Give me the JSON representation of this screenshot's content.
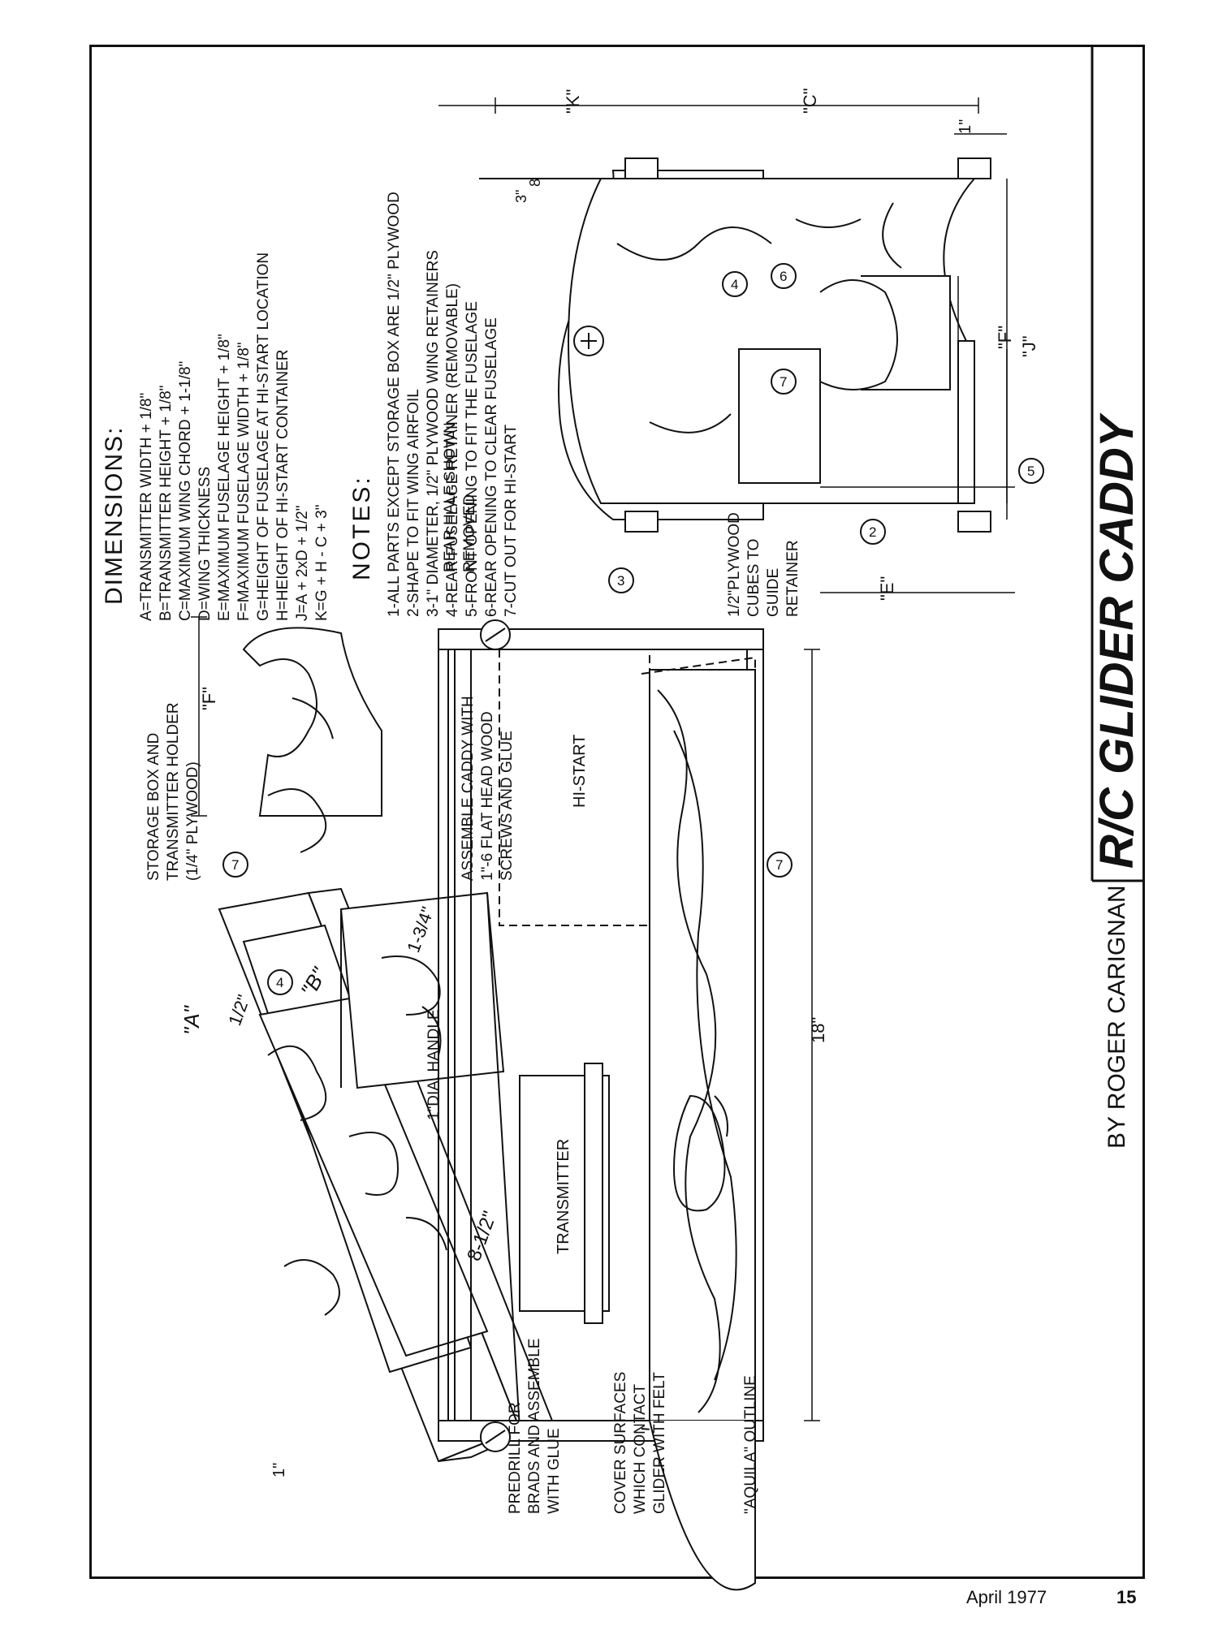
{
  "title": {
    "main": "R/C GLIDER CADDY",
    "byline": "BY ROGER CARIGNAN"
  },
  "dimensions": {
    "heading": "DIMENSIONS:",
    "lines": [
      "A=TRANSMITTER WIDTH + 1/8\"",
      "B=TRANSMITTER HEIGHT + 1/8\"",
      "C=MAXIMUM WING CHORD + 1-1/8\"",
      "D=WING THICKNESS",
      "E=MAXIMUM FUSELAGE HEIGHT + 1/8\"",
      "F=MAXIMUM FUSELAGE WIDTH + 1/8\"",
      "G=HEIGHT OF FUSELAGE AT HI-START LOCATION",
      "H=HEIGHT OF HI-START CONTAINER",
      "J=A + 2xD + 1/2\"",
      "K=G + H - C + 3\""
    ]
  },
  "notes": {
    "heading": "NOTES:",
    "lines": [
      "1-ALL PARTS EXCEPT STORAGE BOX ARE 1/2\" PLYWOOD",
      "2-SHAPE TO FIT WING AIRFOIL",
      "3-1\" DIAMETER, 1/2\" PLYWOOD WING RETAINERS",
      "4-REAR FUSELAGE RETAINER (REMOVABLE)",
      "5-FRONT OPENING TO FIT THE FUSELAGE",
      "6-REAR OPENING TO CLEAR FUSELAGE",
      "7-CUT OUT FOR HI-START"
    ]
  },
  "labels": {
    "storage_box": [
      "STORAGE BOX AND",
      "TRANSMITTER HOLDER",
      "(1/4\" PLYWOOD)"
    ],
    "assemble": [
      "ASSEMBLE CADDY WITH",
      "1\"-6 FLAT HEAD WOOD",
      "SCREWS AND GLUE"
    ],
    "predrill": [
      "PREDRILL FOR",
      "BRADS AND ASSEMBLE",
      "WITH GLUE"
    ],
    "cover": [
      "COVER SURFACES",
      "WHICH CONTACT",
      "GLIDER WITH FELT"
    ],
    "aquila": "\"AQUILA\" OUTLINE",
    "handle": "1\"DIA. HANDLE",
    "rear_half": [
      "REAR HALF SHOWN",
      "REMOVED"
    ],
    "cubes": [
      "1/2\"PLYWOOD",
      "CUBES TO",
      "GUIDE",
      "RETAINER"
    ],
    "transmitter": "TRANSMITTER",
    "hi_start": "HI-START",
    "dim_A": "\"A\"",
    "dim_B": "\"B\"",
    "dim_C": "\"C\"",
    "dim_E": "\"E\"",
    "dim_F_side": "\"F\"",
    "dim_F_end": "\"F\"",
    "dim_J": "\"J\"",
    "dim_K": "\"K\"",
    "dim_half": "1/2\"",
    "dim_8half": "8-1/2\"",
    "dim_1": "1\"",
    "dim_1_34": "1-3/4\"",
    "dim_18": "18\"",
    "dim_1_end": "1\"",
    "dim_3_8_num": "3\"",
    "dim_3_8_den": "8",
    "callouts": [
      "2",
      "3",
      "4",
      "4",
      "5",
      "6",
      "7",
      "7",
      "7"
    ]
  },
  "footer": {
    "issue": "April 1977",
    "page": "15"
  }
}
